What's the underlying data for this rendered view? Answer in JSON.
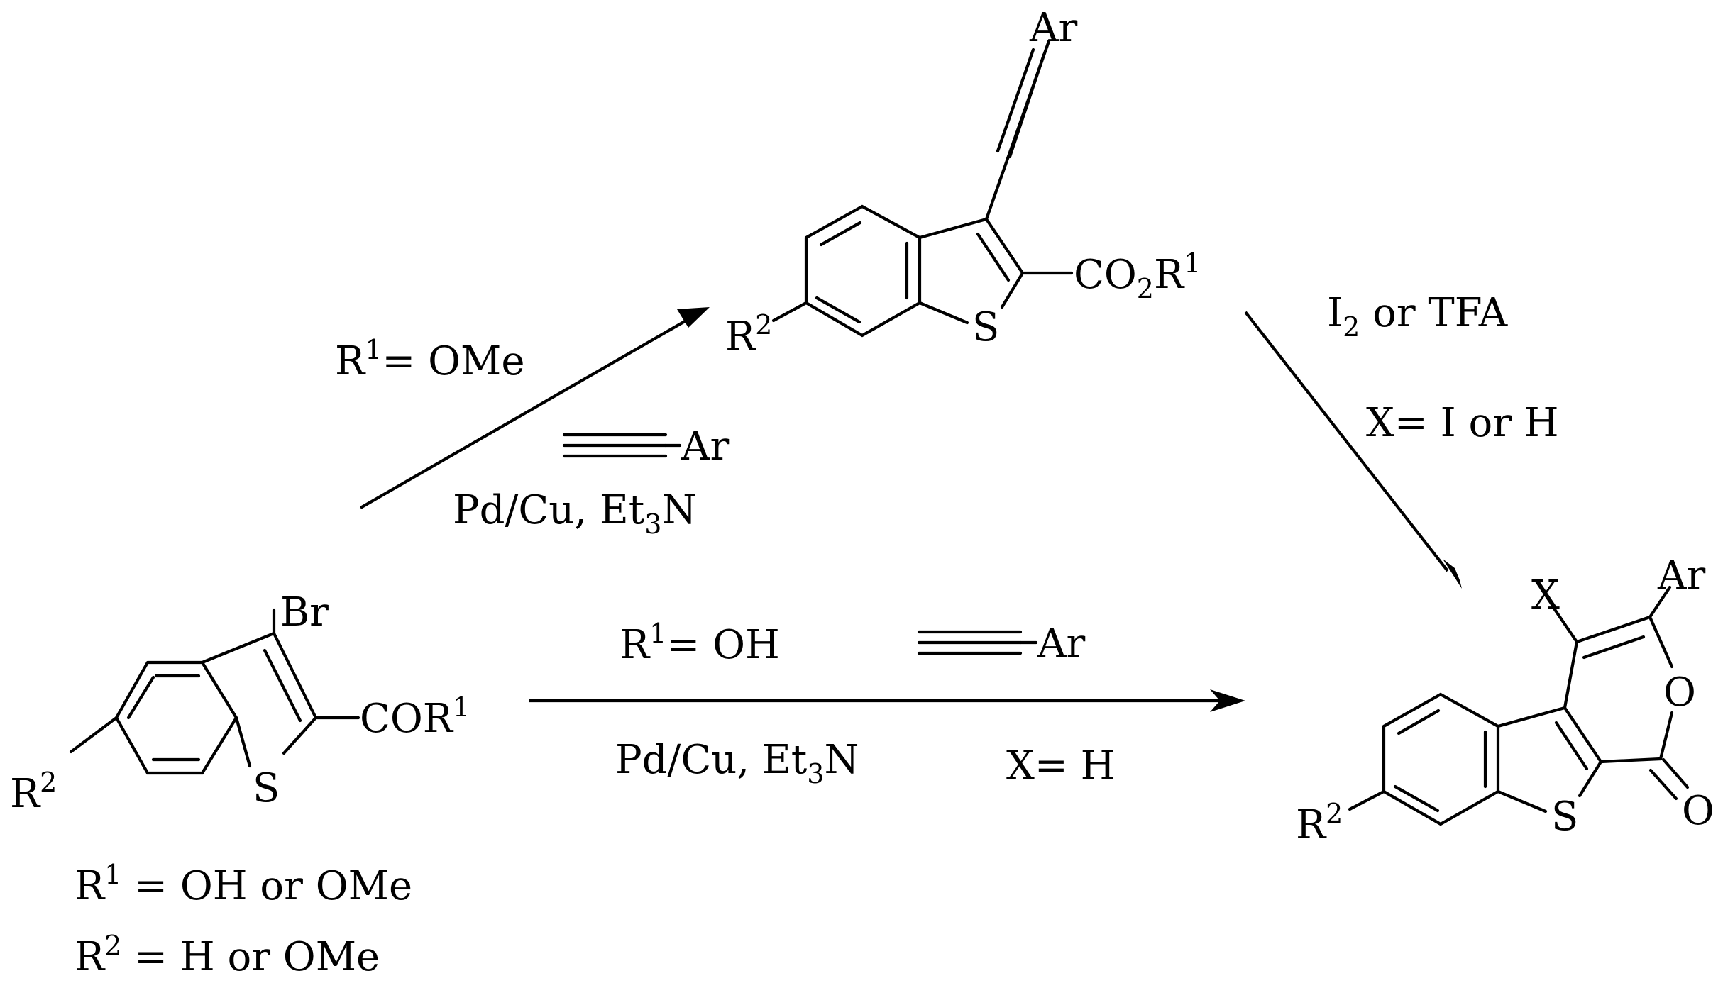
{
  "scheme": {
    "start": {
      "substituent_top": "Br",
      "acyl_group": "COR",
      "acyl_sup": "1",
      "ring_sulfur": "S",
      "ring_r_group": "R",
      "ring_r_sup": "2",
      "definitions": [
        {
          "r": "R",
          "sup": "1",
          "text": " = OH or OMe"
        },
        {
          "r": "R",
          "sup": "2",
          "text": " = H or OMe"
        }
      ]
    },
    "intermediate": {
      "alkyne_aryl": "Ar",
      "ester_group": "CO",
      "ester_sub": "2",
      "ester_r": "R",
      "ester_sup": "1",
      "ring_sulfur": "S",
      "ring_r_group": "R",
      "ring_r_sup": "2"
    },
    "product": {
      "x_label": "X",
      "aryl": "Ar",
      "ring_oxygen": "O",
      "carbonyl_oxygen": "O",
      "ring_sulfur": "S",
      "ring_r_group": "R",
      "ring_r_sup": "2"
    },
    "step1": {
      "condition_r": "R",
      "condition_sup": "1",
      "condition_text": "= OMe",
      "reagent_aryl": "Ar",
      "catalyst_prefix": "Pd/Cu, Et",
      "catalyst_sub": "3",
      "catalyst_suffix": "N"
    },
    "step2": {
      "reagent_prefix": "I",
      "reagent_sub": "2",
      "reagent_suffix": " or TFA",
      "x_condition": "X= I or H"
    },
    "direct": {
      "condition_r": "R",
      "condition_sup": "1",
      "condition_text": "= OH",
      "reagent_aryl": "Ar",
      "catalyst_prefix": "Pd/Cu, Et",
      "catalyst_sub": "3",
      "catalyst_suffix": "N",
      "x_condition": "X= H"
    }
  }
}
